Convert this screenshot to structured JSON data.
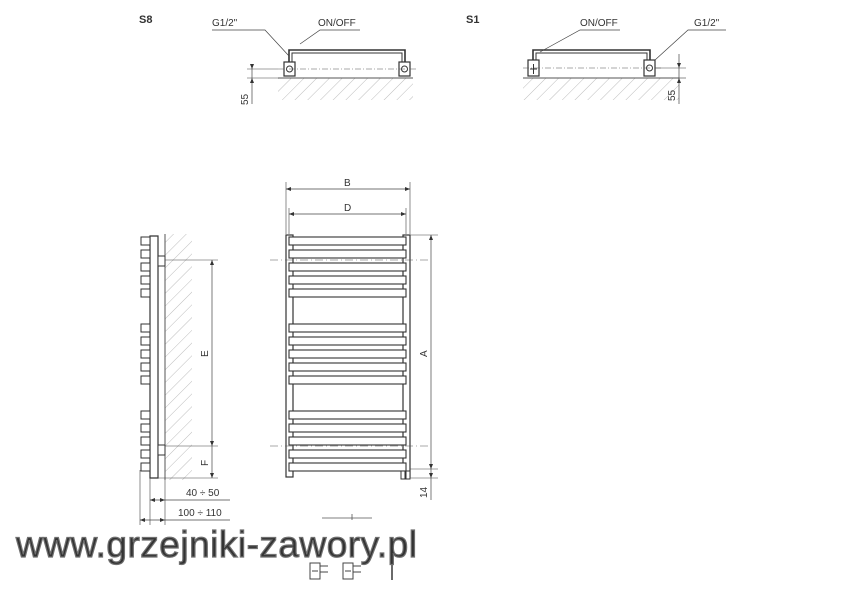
{
  "variants": {
    "s8": {
      "code": "S8",
      "thread_label": "G1/2\"",
      "valve_label": "ON/OFF",
      "height_label": "55"
    },
    "s1": {
      "code": "S1",
      "valve_label": "ON/OFF",
      "thread_label": "G1/2\"",
      "height_label": "55"
    }
  },
  "front_view": {
    "width_label": "B",
    "spacing_label": "D",
    "height_label": "A",
    "bottom_label": "14"
  },
  "side_view": {
    "pitch_label": "E",
    "offset_label": "F",
    "depth_label_1": "40 ÷ 50",
    "depth_label_2": "100 ÷ 110"
  },
  "watermark": "www.grzejniki-zawory.pl"
}
